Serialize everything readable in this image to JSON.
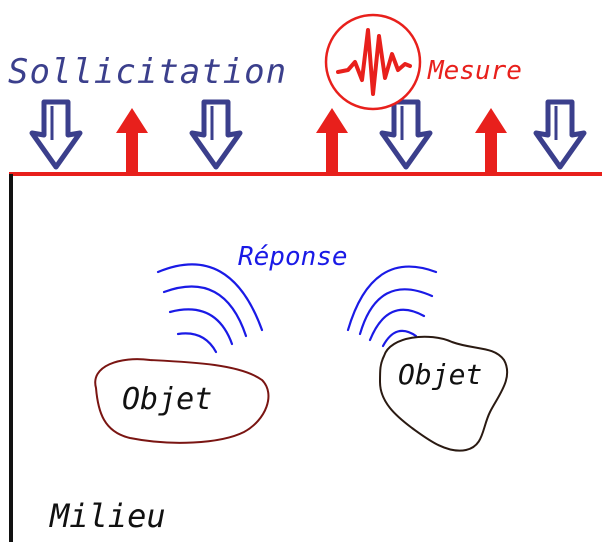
{
  "labels": {
    "sollicitation": "Sollicitation",
    "mesure": "Mesure",
    "reponse": "Réponse",
    "objet_left": "Objet",
    "objet_right": "Objet",
    "milieu": "Milieu"
  },
  "colors": {
    "sollicitation": "#3b3f8c",
    "arrow_fill": "#ffffff",
    "mesure": "#e8201c",
    "reponse": "#1a1ae6",
    "ink": "#111111",
    "object_outline": "#7a1512"
  },
  "icons": {
    "down_arrows": "hollow-down-arrow-icon",
    "up_arrows": "red-up-arrow-icon",
    "sensor": "signal-wave-icon"
  }
}
